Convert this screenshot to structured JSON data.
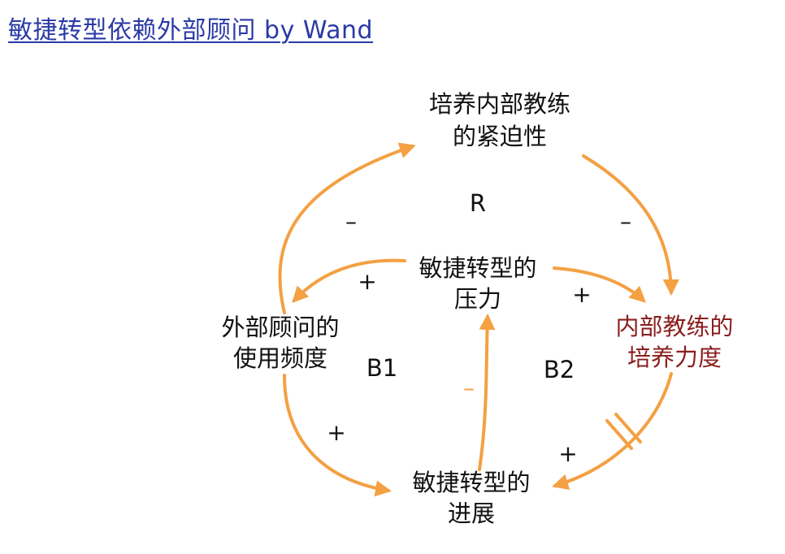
{
  "title": "敏捷转型依赖外部顾问 by Wand",
  "colors": {
    "arrow": "#f4a043",
    "accent_node": "#8b1e1e",
    "link": "#2a3aa6"
  },
  "nodes": {
    "coach_urgency": [
      "培养内部教练",
      "的紧迫性"
    ],
    "transformation_pressure": [
      "敏捷转型的",
      "压力"
    ],
    "consultant_frequency": [
      "外部顾问的",
      "使用频度"
    ],
    "coach_training": [
      "内部教练的",
      "培养力度"
    ],
    "transformation_progress": [
      "敏捷转型的",
      "进展"
    ]
  },
  "loops": {
    "r": "R",
    "b1": "B1",
    "b2": "B2"
  },
  "signs": {
    "frequency_to_urgency": "–",
    "urgency_to_training": "–",
    "pressure_to_frequency": "+",
    "pressure_to_training": "+",
    "progress_to_pressure": "–",
    "frequency_to_progress": "+",
    "training_to_progress": "+"
  }
}
